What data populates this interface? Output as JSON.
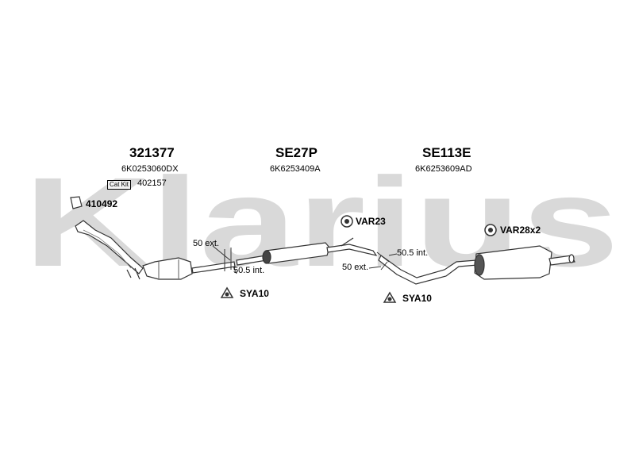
{
  "watermark": {
    "text": "Klarius",
    "color": "#d8d8d8"
  },
  "sections": [
    {
      "title": "321377",
      "oe_code": "6K0253060DX"
    },
    {
      "title": "SE27P",
      "oe_code": "6K6253409A"
    },
    {
      "title": "SE113E",
      "oe_code": "6K6253609AD"
    }
  ],
  "cat_kit": {
    "badge": "Cat Kit",
    "number": "402157"
  },
  "fittings": {
    "gasket": "410492",
    "mount_var23": "VAR23",
    "mount_var28": "VAR28x2",
    "clamp_left": "SYA10",
    "clamp_right": "SYA10"
  },
  "joints": {
    "left_ext": "50 ext.",
    "left_int": "50.5 int.",
    "right_ext": "50 ext.",
    "right_int": "50.5 int."
  }
}
